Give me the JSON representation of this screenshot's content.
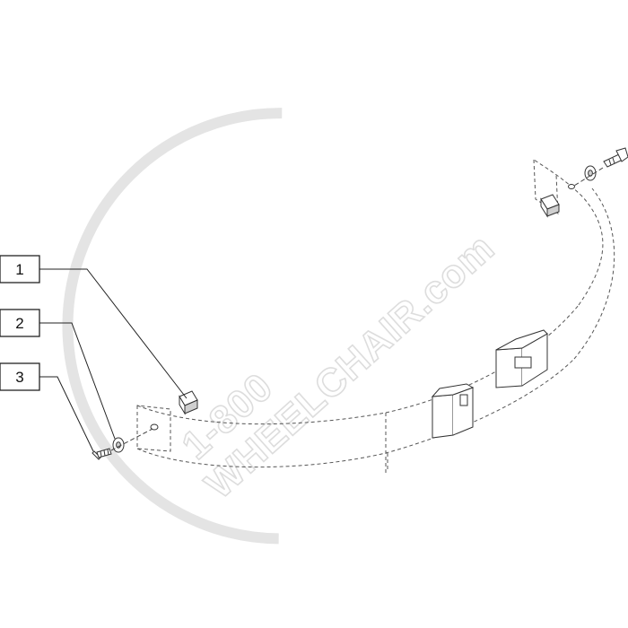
{
  "callouts": [
    {
      "id": "1",
      "label": "1"
    },
    {
      "id": "2",
      "label": "2"
    },
    {
      "id": "3",
      "label": "3"
    }
  ],
  "watermark": {
    "line1": "1-800",
    "line2": "WHEELCHAIR.com"
  },
  "parts": {
    "item_1": "square-nut",
    "item_2": "washer",
    "item_3": "screw"
  },
  "colors": {
    "line": "#222222",
    "watermark": "#dddddd"
  }
}
